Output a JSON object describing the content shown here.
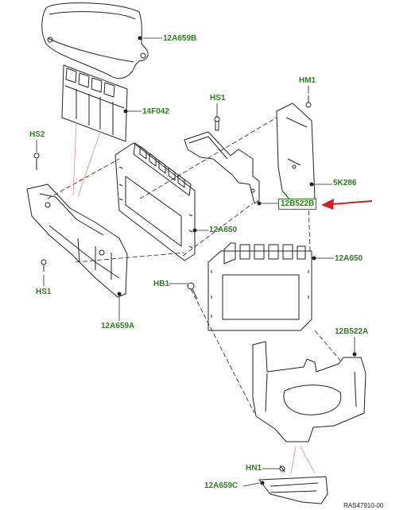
{
  "labels": {
    "a": "12A659B",
    "b": "14F042",
    "c": "HS1",
    "d": "HM1",
    "e": "HS2",
    "f": "5K286",
    "g": "12B522B",
    "h": "12A650",
    "i": "HS1",
    "j": "12A650",
    "k": "HB1",
    "l": "12A659A",
    "m": "12B522A",
    "n": "HN1",
    "o": "12A659C"
  },
  "ref_code": "RAS47910-00",
  "colors": {
    "label": "#2e7d1e",
    "pointer_arrow": "#d42020",
    "line": "#222222"
  }
}
